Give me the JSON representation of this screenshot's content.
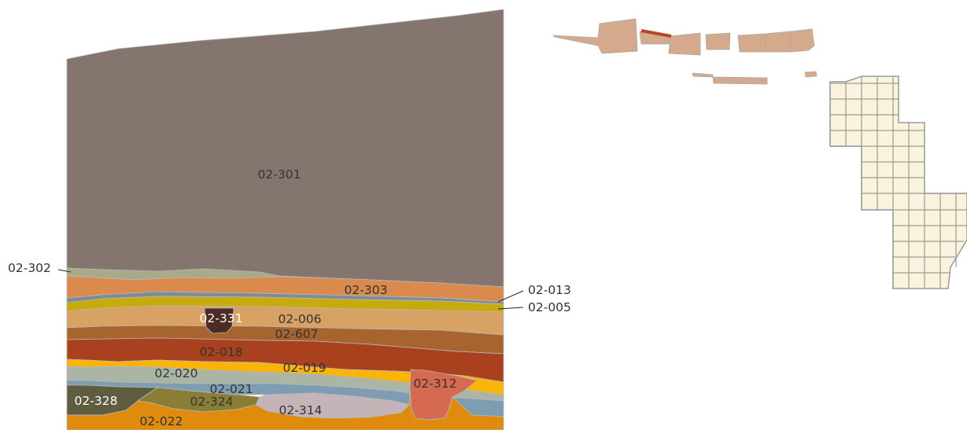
{
  "section": {
    "layers": [
      {
        "id": "02-301",
        "color": "#84766f",
        "label_color": "#333333"
      },
      {
        "id": "02-302",
        "color": "#a9aa8a",
        "label_color": "#333333"
      },
      {
        "id": "02-303",
        "color": "#d98a4c",
        "label_color": "#333333"
      },
      {
        "id": "02-013",
        "color": "#7e8c94",
        "label_color": "#333333"
      },
      {
        "id": "02-005",
        "color": "#c7aa0c",
        "label_color": "#333333"
      },
      {
        "id": "02-006",
        "color": "#d8a264",
        "label_color": "#333333"
      },
      {
        "id": "02-331",
        "color": "#4c2c26",
        "label_color": "#ffffff"
      },
      {
        "id": "02-607",
        "color": "#a8642e",
        "label_color": "#333333"
      },
      {
        "id": "02-018",
        "color": "#a9401e",
        "label_color": "#333333"
      },
      {
        "id": "02-019",
        "color": "#fab407",
        "label_color": "#333333"
      },
      {
        "id": "02-020",
        "color": "#aab5a5",
        "label_color": "#333333"
      },
      {
        "id": "02-021",
        "color": "#7e9db1",
        "label_color": "#333333"
      },
      {
        "id": "02-312",
        "color": "#d56a50",
        "label_color": "#333333"
      },
      {
        "id": "02-324",
        "color": "#8a7e37",
        "label_color": "#333333"
      },
      {
        "id": "02-314",
        "color": "#c4b4b8",
        "label_color": "#333333"
      },
      {
        "id": "02-328",
        "color": "#5f5d40",
        "label_color": "#ffffff"
      },
      {
        "id": "02-022",
        "color": "#de8b0e",
        "label_color": "#333333"
      }
    ]
  },
  "plan": {
    "trench_color": "#d4a98c",
    "highlight_color": "#b5462a",
    "grid_fill": "#faf3dd",
    "grid_line": "#9a9a9a"
  }
}
